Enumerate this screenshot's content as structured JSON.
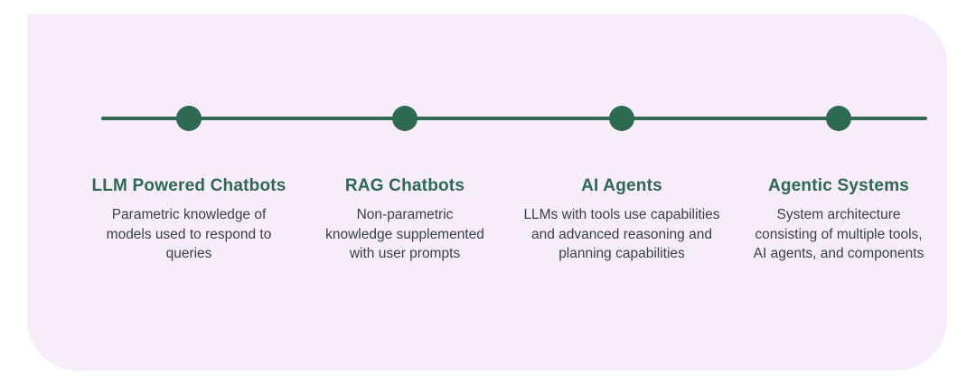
{
  "colors": {
    "page_background": "#ffffff",
    "card_background": "#f6ecfa",
    "timeline_green": "#2d6a51",
    "body_text": "#3a3f4b"
  },
  "timeline": {
    "items": [
      {
        "title": "LLM Powered Chatbots",
        "description_lines": [
          "Parametric knowledge of",
          "models used to respond to",
          "queries"
        ]
      },
      {
        "title": "RAG Chatbots",
        "description_lines": [
          "Non-parametric",
          "knowledge supplemented",
          "with user prompts"
        ]
      },
      {
        "title": "AI Agents",
        "description_lines": [
          "LLMs with tools use capabilities",
          "and advanced reasoning and",
          "planning capabilities"
        ]
      },
      {
        "title": "Agentic Systems",
        "description_lines": [
          "System architecture",
          "consisting of multiple tools,",
          "AI agents, and components"
        ]
      }
    ]
  }
}
